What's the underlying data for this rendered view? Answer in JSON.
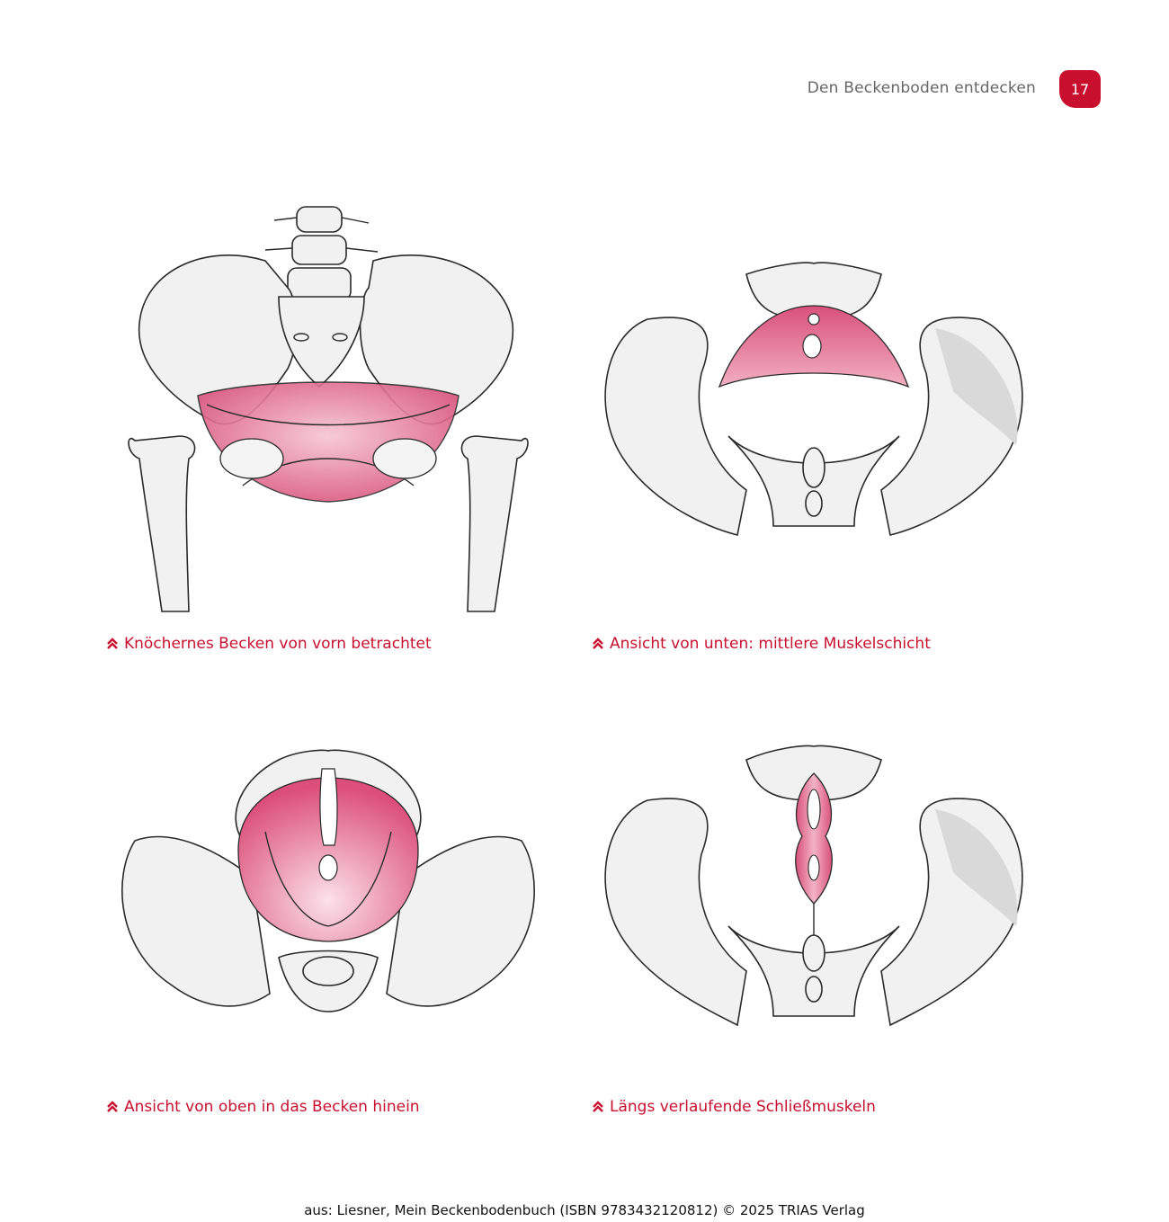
{
  "header": {
    "running_title": "Den Beckenboden entdecken",
    "page_number": "17"
  },
  "figures": [
    {
      "caption": "Knöchernes Becken von vorn betrachtet"
    },
    {
      "caption": "Ansicht von unten: mittlere Muskelschicht"
    },
    {
      "caption": "Ansicht von oben in das Becken hinein"
    },
    {
      "caption": "Längs verlaufende Schließmuskeln"
    }
  ],
  "footer": {
    "source": "aus: Liesner, Mein Beckenbodenbuch (ISBN 9783432120812) © 2025 TRIAS Verlag"
  },
  "colors": {
    "accent": "#c8102e",
    "muscle": "#e07a98"
  }
}
